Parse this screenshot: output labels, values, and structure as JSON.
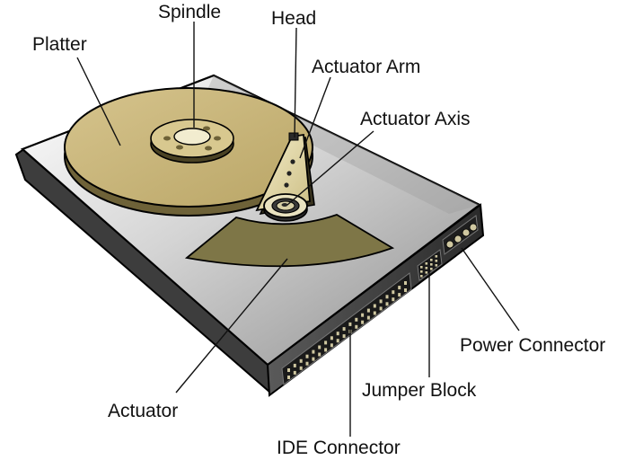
{
  "colors": {
    "platter": "#c8b377",
    "platter_edge": "#6e6238",
    "spindle": "#d8c88f",
    "spindle_hub": "#f2eccf",
    "actuator": "#7e7647",
    "case_top": "#d9d9d9",
    "case_side": "#3c3c3c",
    "case_front": "#2b2b2b",
    "connector_pin": "#cfc7a0",
    "outline": "#000000"
  },
  "labels": {
    "platter": "Platter",
    "spindle": "Spindle",
    "head": "Head",
    "actuator_arm": "Actuator Arm",
    "actuator_axis": "Actuator Axis",
    "actuator": "Actuator",
    "power_connector": "Power Connector",
    "jumper_block": "Jumper Block",
    "ide_connector": "IDE Connector"
  }
}
